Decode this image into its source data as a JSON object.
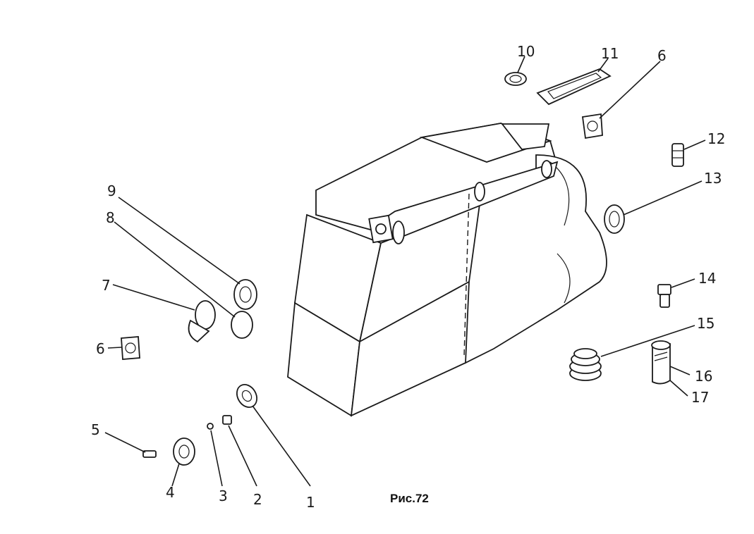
{
  "caption": "Рис.72",
  "callouts": [
    "1",
    "2",
    "3",
    "4",
    "5",
    "6",
    "7",
    "8",
    "9",
    "10",
    "11",
    "6",
    "12",
    "13",
    "14",
    "15",
    "16",
    "17"
  ]
}
